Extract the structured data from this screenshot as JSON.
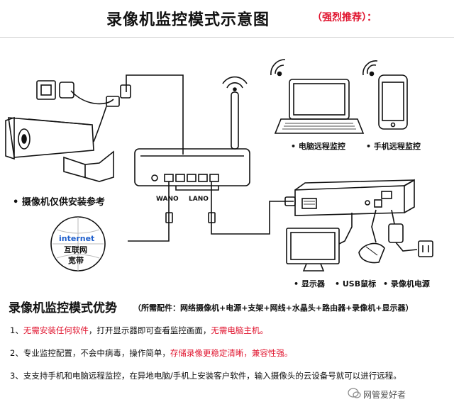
{
  "header": {
    "title": "录像机监控模式示意图",
    "tag_open": "（",
    "tag": "强烈推荐",
    "tag_close": "）："
  },
  "diagram": {
    "camera_note": "• 摄像机仅供安装参考",
    "router_wan": "WANO",
    "router_lan": "LANO",
    "internet_title": "internet",
    "internet_cn1": "互联网",
    "internet_cn2": "宽带",
    "pc_label": "• 电脑远程监控",
    "phone_label": "• 手机远程监控",
    "monitor_label": "• 显示器",
    "mouse_label": "• USB鼠标",
    "power_label": "• 录像机电源"
  },
  "advantages": {
    "title": "录像机监控模式优势",
    "parts": "（所需配件：网络摄像机+电源+支架+网线+水晶头+路由器+录像机+显示器）",
    "items": [
      {
        "num": "1、",
        "red": "无需安装任何软件",
        "mid": "，打开显示器即可查看监控画面，",
        "red2": "无需电脑主机。",
        "tail": ""
      },
      {
        "num": "2、",
        "pre": "专业监控配置，不会中病毒，操作简单，",
        "red": "存储录像更稳定清晰，兼容性强。"
      },
      {
        "num": "3、",
        "text": "支支持手机和电脑远程监控，在异地电脑/手机上安装客户软件，输入摄像头的云设备号就可以进行远程。"
      }
    ]
  },
  "footer": {
    "brand": "网管爱好者"
  }
}
